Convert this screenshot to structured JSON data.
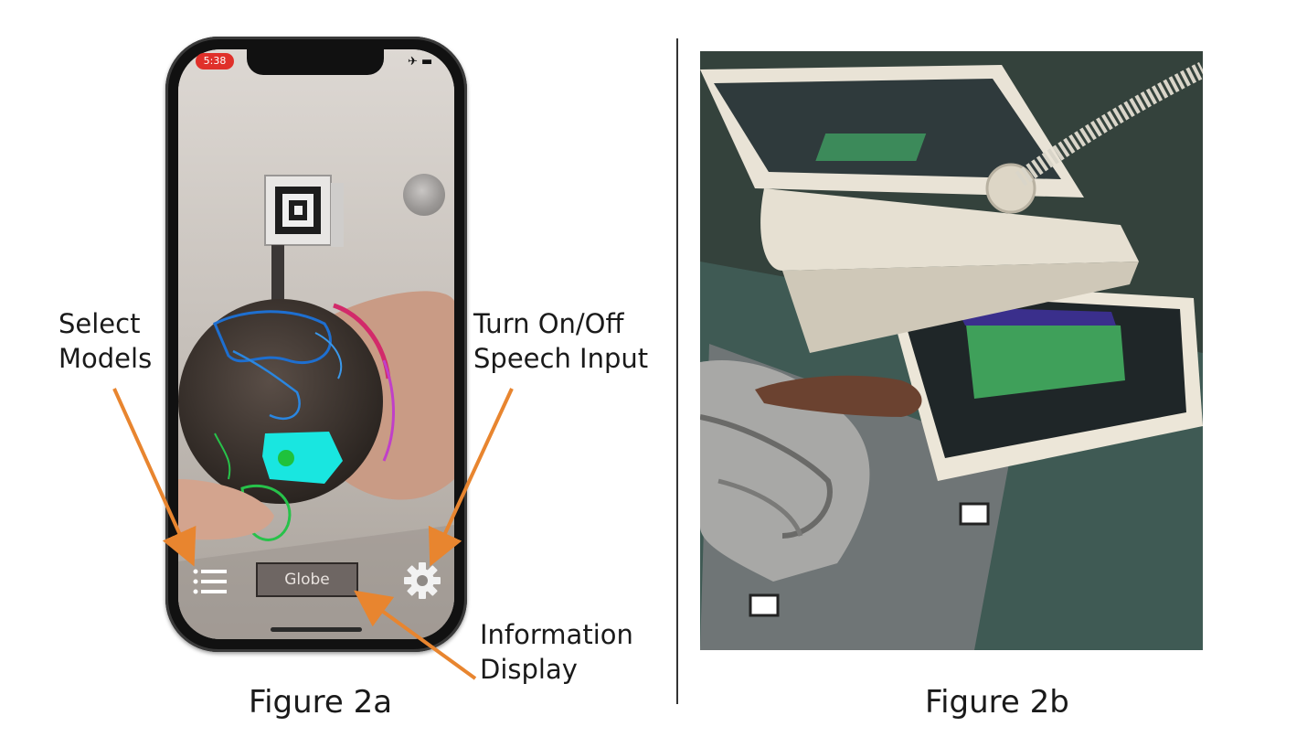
{
  "figure_a": {
    "caption": "Figure 2a",
    "phone": {
      "status_time": "5:38",
      "info_display": "Globe"
    },
    "annotations": {
      "select_models": [
        "Select",
        "Models"
      ],
      "speech_input": [
        "Turn On/Off",
        "Speech Input"
      ],
      "information_display": [
        "Information",
        "Display"
      ]
    }
  },
  "figure_b": {
    "caption": "Figure 2b"
  },
  "colors": {
    "arrow": "#e8852f",
    "highlight": "#19e6e0",
    "globe_lines": "#1e6fd0"
  },
  "icons": {
    "menu": "list-icon",
    "settings": "gear-icon",
    "speech": "speech-toggle-icon"
  }
}
